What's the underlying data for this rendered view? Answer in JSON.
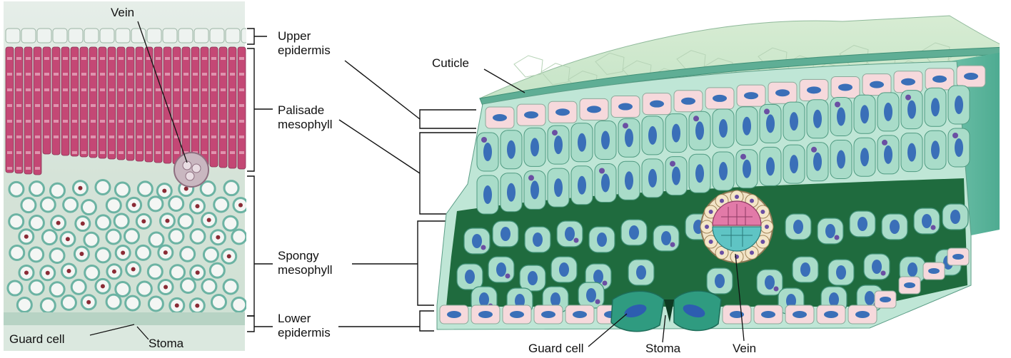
{
  "figure": {
    "micrograph": {
      "label_vein": "Vein",
      "label_guard_cell": "Guard cell",
      "label_stoma": "Stoma"
    },
    "layers": {
      "upper_epidermis": [
        "Upper",
        "epidermis"
      ],
      "palisade_mesophyll": [
        "Palisade",
        "mesophyll"
      ],
      "spongy_mesophyll": [
        "Spongy",
        "mesophyll"
      ],
      "lower_epidermis": [
        "Lower",
        "epidermis"
      ]
    },
    "illustration": {
      "label_cuticle": "Cuticle",
      "label_guard_cell": "Guard cell",
      "label_stoma": "Stoma",
      "label_vein": "Vein"
    }
  },
  "colors": {
    "palisade_pink": "#c2376a",
    "micrograph_bg": "#d9e6dc",
    "spongy_teal": "#6cb3a3",
    "cell_green": "#a9dcc9",
    "epidermis_pink": "#f6d9dc",
    "nucleus_blue": "#3a6fb8",
    "air_space_green": "#1f6b3e",
    "vein_pink": "#e27aa8"
  }
}
